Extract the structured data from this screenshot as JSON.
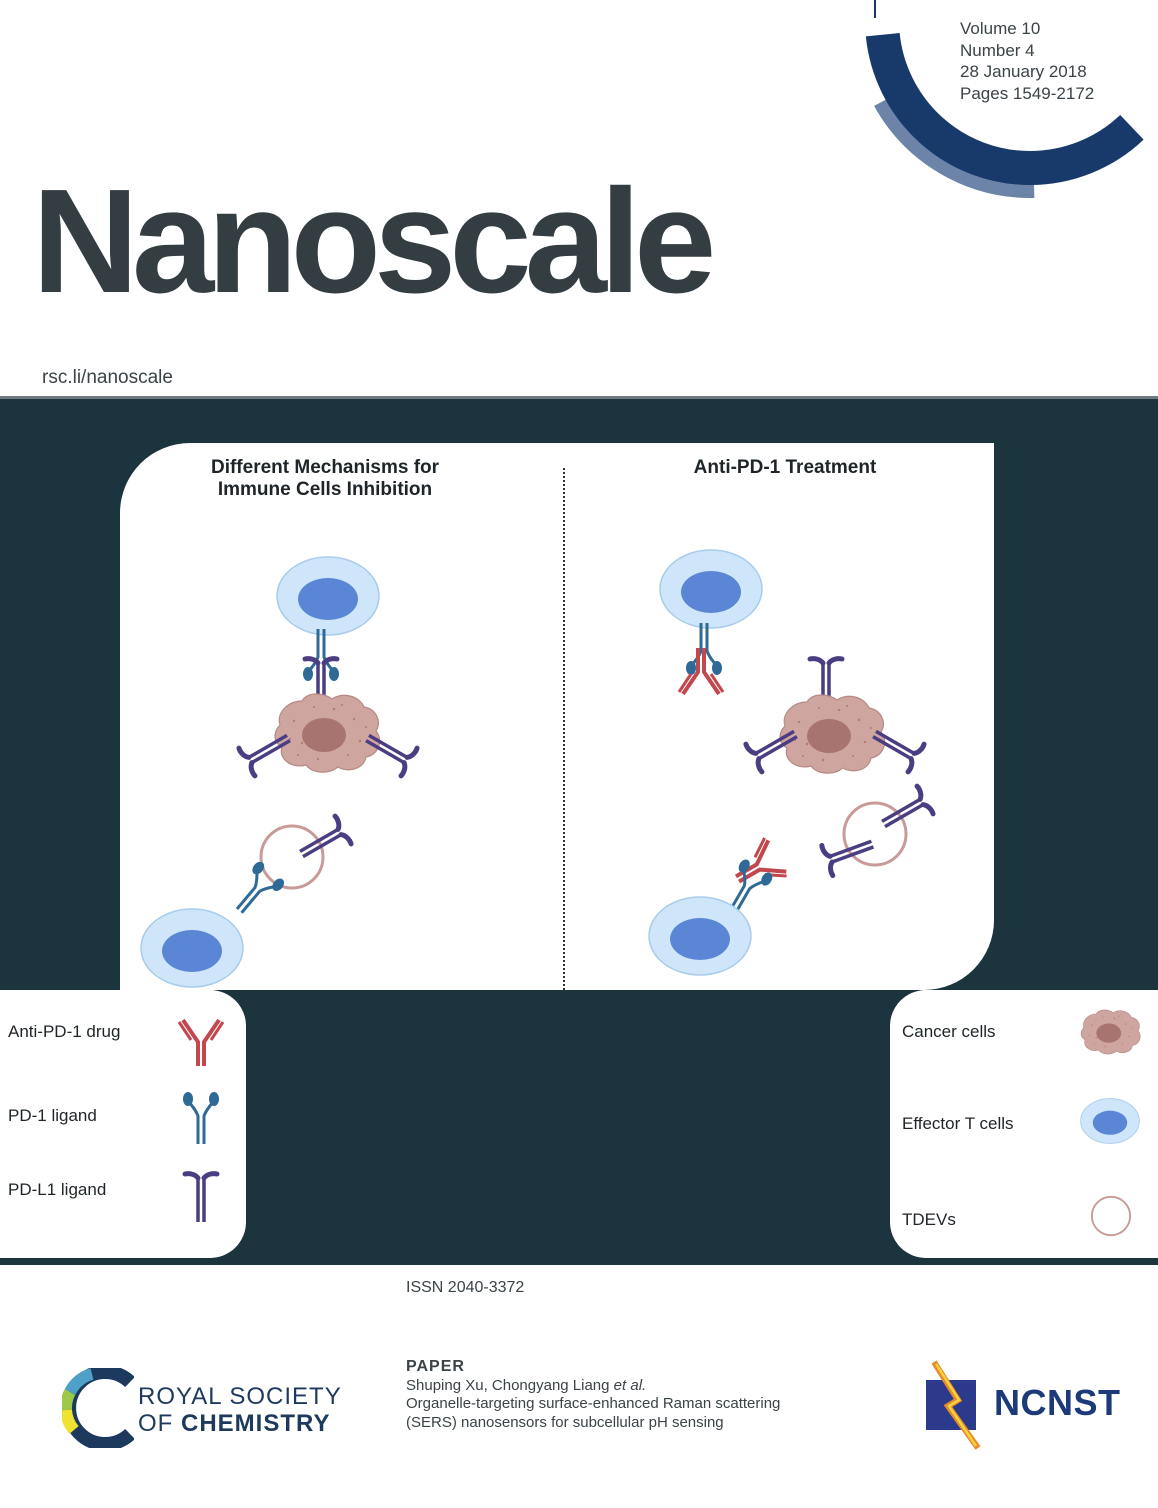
{
  "issue": {
    "volume": "Volume 10",
    "number": "Number 4",
    "date": "28 January 2018",
    "pages": "Pages 1549-2172"
  },
  "journal": {
    "title": "Nanoscale",
    "url": "rsc.li/nanoscale"
  },
  "figure": {
    "left_heading": "Different Mechanisms for\nImmune Cells Inhibition",
    "right_heading": "Anti-PD-1 Treatment"
  },
  "legend_left": [
    "Anti-PD-1 drug",
    "PD-1 ligand",
    "PD-L1 ligand"
  ],
  "legend_right": [
    "Cancer cells",
    "Effector T cells",
    "TDEVs"
  ],
  "issn": "ISSN 2040-3372",
  "paper": {
    "label": "PAPER",
    "authors": "Shuping Xu, Chongyang Liang",
    "etal": "et al.",
    "title_line1": "Organelle-targeting surface-enhanced Raman scattering",
    "title_line2": "(SERS) nanosensors for subcellular pH sensing"
  },
  "publisher": {
    "line1": "ROYAL SOCIETY",
    "line2_prefix": "OF ",
    "line2_bold": "CHEMISTRY"
  },
  "partner_logo": "NCNST",
  "colors": {
    "dark_band": "#1b343e",
    "ring_dark": "#173a6b",
    "ring_light": "#6c84a8",
    "tcell_outer": "#cfe6fa",
    "tcell_nucleus": "#5b86d6",
    "cancer_body": "#cfa59f",
    "cancer_nucleus": "#a87470",
    "drug_red": "#c2484e",
    "pd1_teal": "#2f6a96",
    "pdl1_purple": "#4b3d82"
  }
}
